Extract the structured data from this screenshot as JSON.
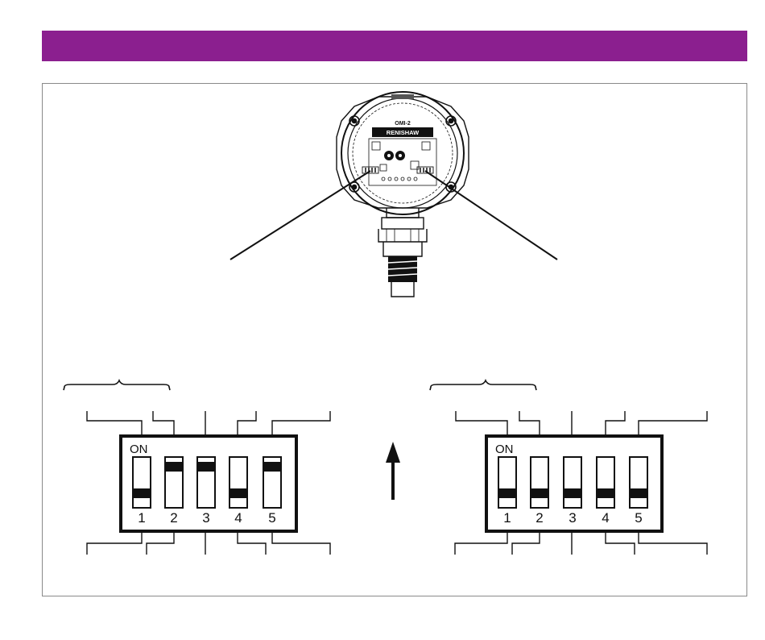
{
  "colors": {
    "header": "#8b1f8f",
    "frame": "#8a8a8a",
    "ink": "#111111"
  },
  "unit_label": {
    "model": "OMI-2",
    "brand": "RENISHAW"
  },
  "switch_banks": [
    {
      "on_label": "ON",
      "switches": [
        {
          "number": "1",
          "state": "off"
        },
        {
          "number": "2",
          "state": "on"
        },
        {
          "number": "3",
          "state": "on"
        },
        {
          "number": "4",
          "state": "off"
        },
        {
          "number": "5",
          "state": "on"
        }
      ]
    },
    {
      "on_label": "ON",
      "switches": [
        {
          "number": "1",
          "state": "off"
        },
        {
          "number": "2",
          "state": "off"
        },
        {
          "number": "3",
          "state": "off"
        },
        {
          "number": "4",
          "state": "off"
        },
        {
          "number": "5",
          "state": "off"
        }
      ]
    }
  ],
  "icons": {
    "arrow": "up-arrow-icon"
  }
}
